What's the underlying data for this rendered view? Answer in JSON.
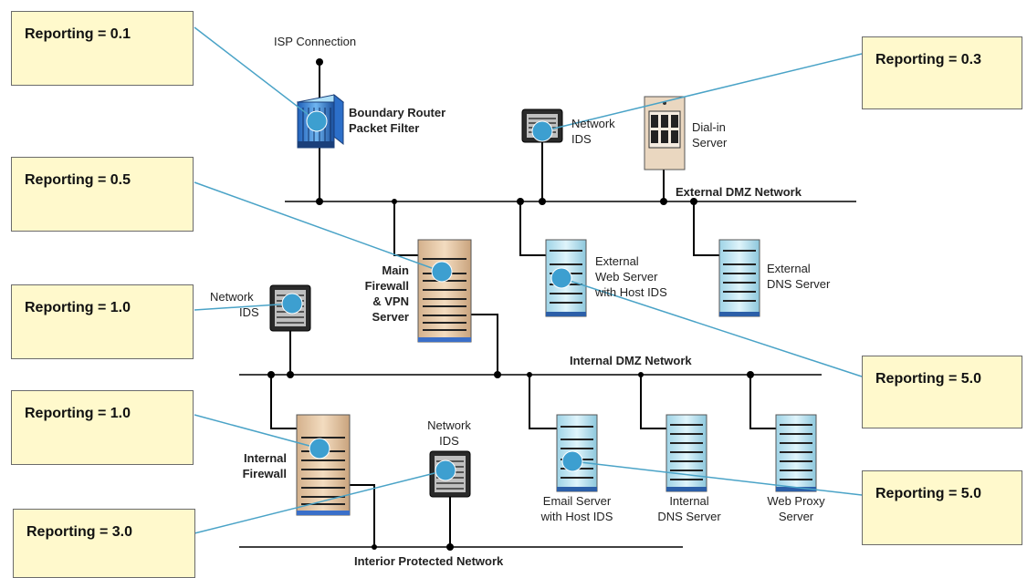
{
  "callouts": [
    {
      "id": "isp-router",
      "text": "Reporting = 0.1"
    },
    {
      "id": "network-ids-dmz",
      "text": "Reporting = 0.3"
    },
    {
      "id": "main-firewall",
      "text": "Reporting = 0.5"
    },
    {
      "id": "network-ids-left",
      "text": "Reporting = 1.0"
    },
    {
      "id": "internal-firewall",
      "text": "Reporting = 1.0"
    },
    {
      "id": "network-ids-interior",
      "text": "Reporting = 3.0"
    },
    {
      "id": "external-web-server",
      "text": "Reporting = 5.0"
    },
    {
      "id": "email-server",
      "text": "Reporting = 5.0"
    }
  ],
  "networks": {
    "external_dmz": "External DMZ Network",
    "internal_dmz": "Internal DMZ Network",
    "interior": "Interior Protected Network"
  },
  "labels": {
    "isp": "ISP Connection",
    "boundary_router_1": "Boundary Router",
    "boundary_router_2": "Packet Filter",
    "network_ids_top_1": "Network",
    "network_ids_top_2": "IDS",
    "dialin_1": "Dial-in",
    "dialin_2": "Server",
    "main_fw_1": "Main",
    "main_fw_2": "Firewall",
    "main_fw_3": "& VPN",
    "main_fw_4": "Server",
    "ext_web_1": "External",
    "ext_web_2": "Web Server",
    "ext_web_3": "with Host IDS",
    "ext_dns_1": "External",
    "ext_dns_2": "DNS Server",
    "network_ids_left_1": "Network",
    "network_ids_left_2": "IDS",
    "int_fw_1": "Internal",
    "int_fw_2": "Firewall",
    "network_ids_int_1": "Network",
    "network_ids_int_2": "IDS",
    "email_1": "Email Server",
    "email_2": "with Host IDS",
    "int_dns_1": "Internal",
    "int_dns_2": "DNS Server",
    "proxy_1": "Web Proxy",
    "proxy_2": "Server"
  },
  "colors": {
    "callout_fill": "#fff9cc",
    "connector": "#4aa3c7",
    "marker": "#3d9fd0",
    "firewall_tan": "#e9cfae",
    "server_blue": "#c9eaf5",
    "router_blue": "#3f8ee0"
  }
}
